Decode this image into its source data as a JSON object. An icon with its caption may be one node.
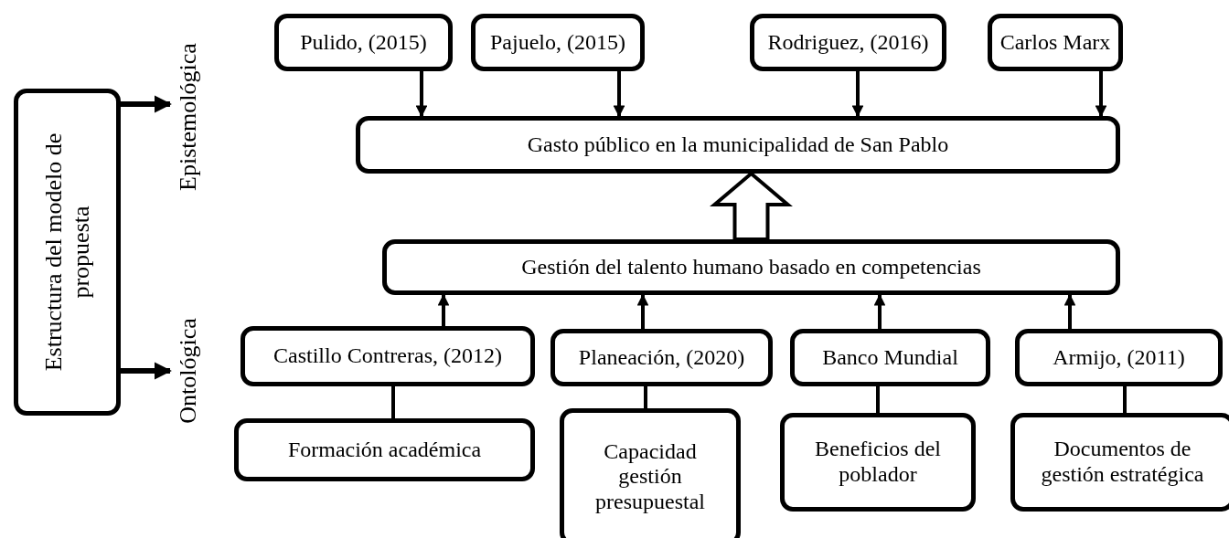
{
  "diagram": {
    "nodes": [
      {
        "text": [
          "Estructura del modelo de propuesta"
        ]
      },
      {
        "text": [
          "Epistemológica"
        ]
      },
      {
        "text": [
          "Ontológica"
        ]
      },
      {
        "text": [
          "Pulido, (2015)"
        ]
      },
      {
        "text": [
          "Pajuelo, (2015)"
        ]
      },
      {
        "text": [
          "Rodriguez, (2016)"
        ]
      },
      {
        "text": [
          "Carlos Marx"
        ]
      },
      {
        "text": [
          "Gasto público en la municipalidad de San Pablo"
        ]
      },
      {
        "text": [
          "Gestión del talento humano basado en competencias"
        ]
      },
      {
        "text": [
          "Castillo Contreras, (2012)"
        ]
      },
      {
        "text": [
          "Planeación, (2020)"
        ]
      },
      {
        "text": [
          "Banco Mundial"
        ]
      },
      {
        "text": [
          "Armijo, (2011)"
        ]
      },
      {
        "text": [
          "Formación académica"
        ]
      },
      {
        "text": [
          "Capacidad gestión presupuestal"
        ]
      },
      {
        "text": [
          "Beneficios del poblador"
        ]
      },
      {
        "text": [
          "Documentos de gestión estratégica"
        ]
      }
    ],
    "edges": [
      {
        "from": 0,
        "to": 1,
        "arrow": "to"
      },
      {
        "from": 0,
        "to": 2,
        "arrow": "to"
      },
      {
        "from": 3,
        "to": 7,
        "arrow": "to"
      },
      {
        "from": 4,
        "to": 7,
        "arrow": "to"
      },
      {
        "from": 5,
        "to": 7,
        "arrow": "to"
      },
      {
        "from": 6,
        "to": 7,
        "arrow": "to"
      },
      {
        "from": 8,
        "to": 7,
        "arrow": "to",
        "style": "thick"
      },
      {
        "from": 9,
        "to": 8,
        "arrow": "to"
      },
      {
        "from": 10,
        "to": 8,
        "arrow": "to"
      },
      {
        "from": 11,
        "to": 8,
        "arrow": "to"
      },
      {
        "from": 12,
        "to": 8,
        "arrow": "to"
      },
      {
        "from": 9,
        "to": 13,
        "arrow": "none"
      },
      {
        "from": 10,
        "to": 14,
        "arrow": "none"
      },
      {
        "from": 11,
        "to": 15,
        "arrow": "none"
      },
      {
        "from": 12,
        "to": 16,
        "arrow": "none"
      }
    ]
  }
}
